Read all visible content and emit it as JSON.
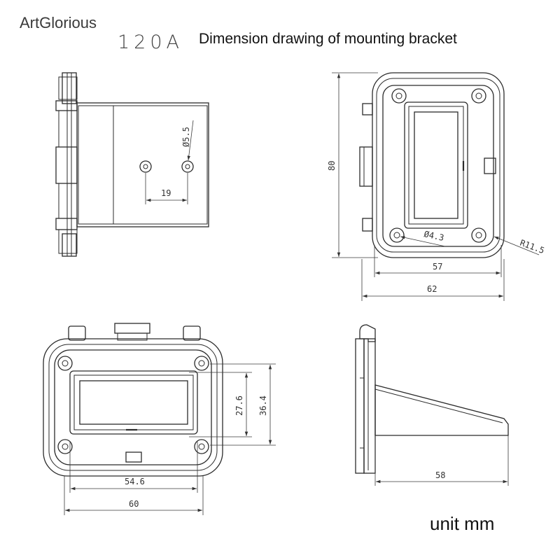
{
  "header": {
    "brand": "ArtGlorious",
    "model": "120A",
    "title": "Dimension drawing of mounting bracket"
  },
  "views": {
    "side_holes": {
      "hole_diameter": "Ø5.5",
      "hole_spacing": "19"
    },
    "front_top": {
      "height": "80",
      "hole_spacing_width": "57",
      "overall_width": "62",
      "hole_diameter": "Ø4.3",
      "corner_radius": "R11.5"
    },
    "front_bottom": {
      "inner_height": "27.6",
      "outer_height": "36.4",
      "inner_width": "54.6",
      "overall_width": "60"
    },
    "profile": {
      "depth": "58"
    }
  },
  "footer": {
    "unit": "unit mm"
  }
}
